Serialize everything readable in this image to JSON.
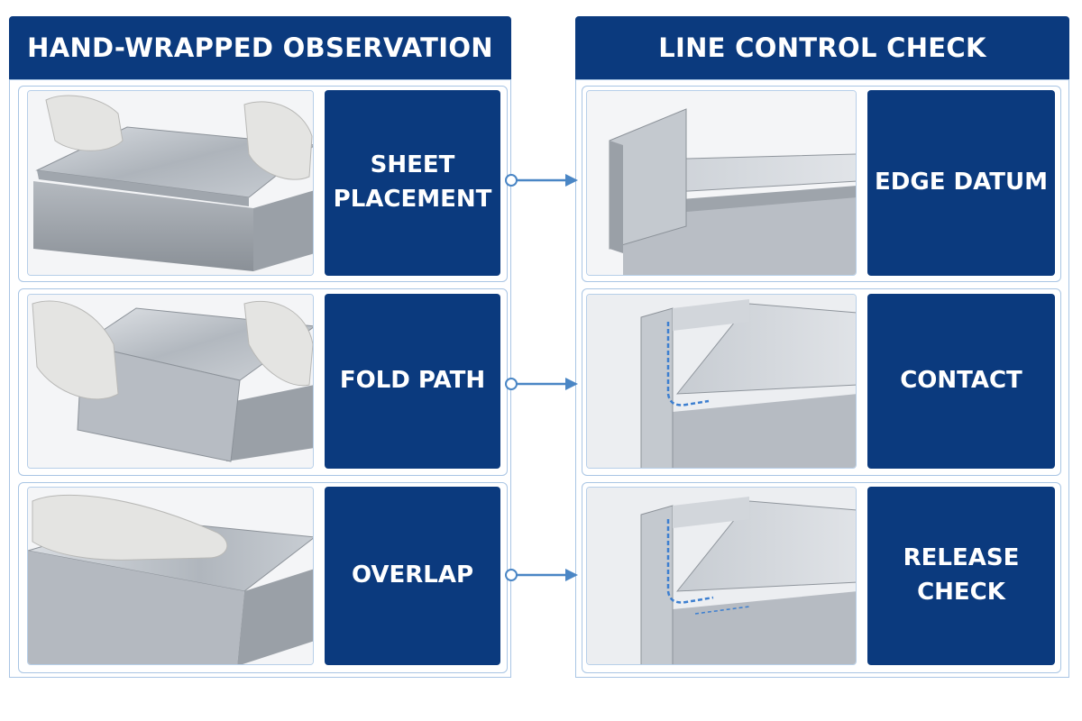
{
  "columns": {
    "left": {
      "title": "HAND-WRAPPED OBSERVATION"
    },
    "right": {
      "title": "LINE CONTROL CHECK"
    }
  },
  "rows": [
    {
      "left_label": "SHEET\nPLACEMENT",
      "right_label": "EDGE DATUM"
    },
    {
      "left_label": "FOLD PATH",
      "right_label": "CONTACT"
    },
    {
      "left_label": "OVERLAP",
      "right_label": "RELEASE CHECK"
    }
  ],
  "colors": {
    "navy": "#0b3a7e",
    "frame": "#a9c5e4",
    "connector": "#4a86c5",
    "fold_trace": "#3d7fd0"
  }
}
